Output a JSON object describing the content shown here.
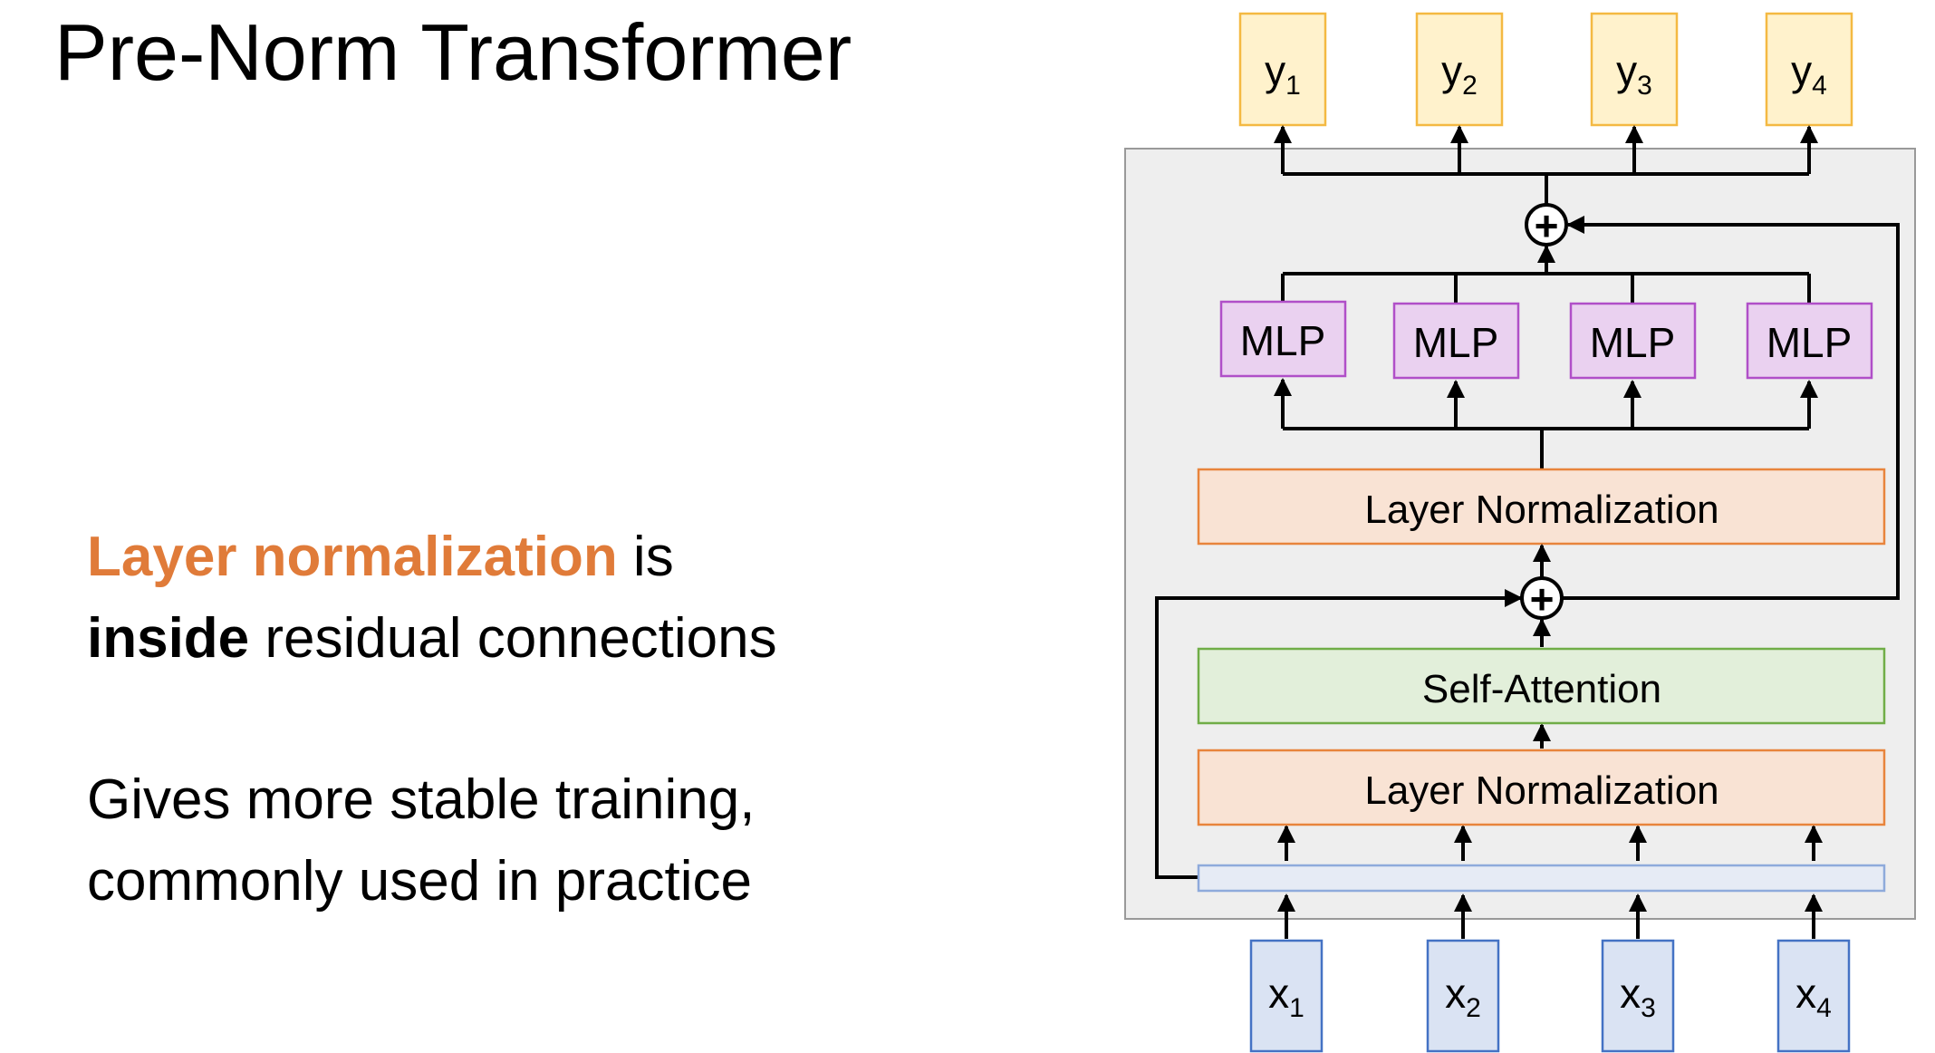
{
  "slide": {
    "title": "Pre-Norm Transformer",
    "point1": {
      "highlight": "Layer normalization",
      "rest1": " is",
      "bold": "inside",
      "rest2": " residual connections"
    },
    "point2": {
      "line1": "Gives more stable training,",
      "line2": "commonly used in practice"
    }
  },
  "diagram": {
    "outputs": [
      {
        "label": "y",
        "sub": "1"
      },
      {
        "label": "y",
        "sub": "2"
      },
      {
        "label": "y",
        "sub": "3"
      },
      {
        "label": "y",
        "sub": "4"
      }
    ],
    "inputs": [
      {
        "label": "x",
        "sub": "1"
      },
      {
        "label": "x",
        "sub": "2"
      },
      {
        "label": "x",
        "sub": "3"
      },
      {
        "label": "x",
        "sub": "4"
      }
    ],
    "mlp_label": "MLP",
    "layer_norm_label": "Layer Normalization",
    "self_attention_label": "Self-Attention",
    "plus_symbol": "+",
    "colors": {
      "output_fill": "#fff2cc",
      "output_stroke": "#f4b942",
      "input_fill": "#dae3f3",
      "input_stroke": "#4472c4",
      "mlp_fill": "#ead1f0",
      "mlp_stroke": "#b04fc8",
      "ln_fill": "#f9e3d4",
      "ln_stroke": "#e8843c",
      "sa_fill": "#e2efda",
      "sa_stroke": "#70ad47",
      "block_fill": "#eeeeee",
      "block_stroke": "#999999",
      "bar_fill": "#e6ebf5",
      "bar_stroke": "#8eaadb"
    }
  }
}
